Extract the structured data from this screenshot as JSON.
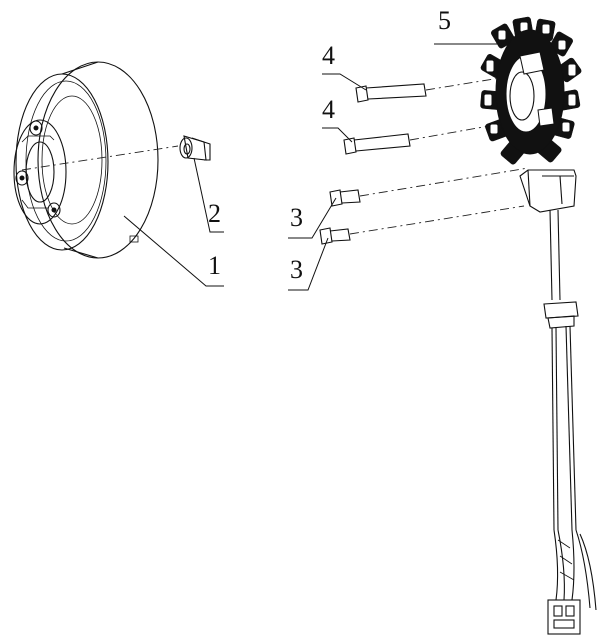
{
  "callouts": [
    {
      "id": "flywheel",
      "label": "1"
    },
    {
      "id": "sleeve",
      "label": "2"
    },
    {
      "id": "bolt_short_a",
      "label": "3"
    },
    {
      "id": "bolt_short_b",
      "label": "3"
    },
    {
      "id": "bolt_long_a",
      "label": "4"
    },
    {
      "id": "bolt_long_b",
      "label": "4"
    },
    {
      "id": "stator",
      "label": "5"
    }
  ]
}
